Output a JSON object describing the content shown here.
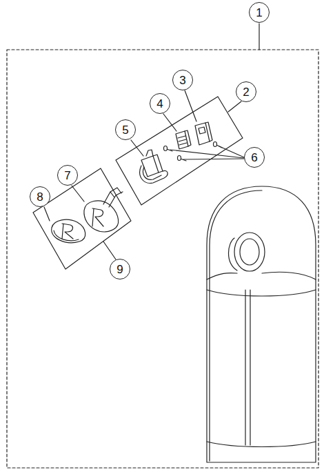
{
  "diagram": {
    "nodes": [
      {
        "text": [
          "1"
        ]
      },
      {
        "text": [
          "3"
        ]
      },
      {
        "text": [
          "2"
        ]
      },
      {
        "text": [
          "4"
        ]
      },
      {
        "text": [
          "5"
        ]
      },
      {
        "text": [
          "6"
        ]
      },
      {
        "text": [
          "7"
        ]
      },
      {
        "text": [
          "8"
        ]
      },
      {
        "text": [
          "9"
        ]
      }
    ]
  }
}
